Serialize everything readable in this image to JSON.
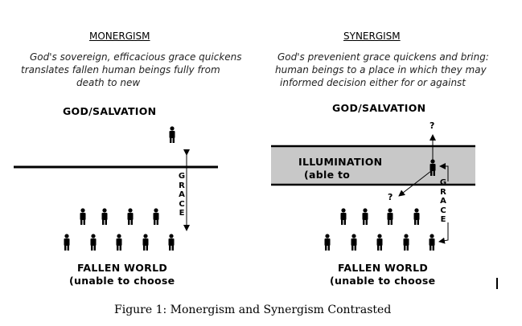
{
  "monergism": {
    "title": "MONERGISM",
    "description": [
      "God's sovereign, efficacious grace quickens",
      "translates fallen human beings fully from",
      "death to new"
    ],
    "top_label": "GOD/SALVATION",
    "bottom_label": "FALLEN WORLD",
    "bottom_sub": "(unable to choose",
    "grace": [
      "G",
      "R",
      "A",
      "C",
      "E"
    ]
  },
  "synergism": {
    "title": "SYNERGISM",
    "description": [
      "God's prevenient grace quickens and bring:",
      "human beings to a place in which they may",
      "informed decision either for or against"
    ],
    "top_label": "GOD/SALVATION",
    "band_label": "ILLUMINATION",
    "band_sub": "(able to",
    "question_up": "?",
    "question_down": "?",
    "bottom_label": "FALLEN WORLD",
    "bottom_sub": "(unable to choose",
    "grace": [
      "G",
      "R",
      "A",
      "C",
      "E"
    ]
  },
  "caption": "Figure 1:  Monergism and Synergism Contrasted",
  "colors": {
    "band": "#c8c8c8"
  }
}
